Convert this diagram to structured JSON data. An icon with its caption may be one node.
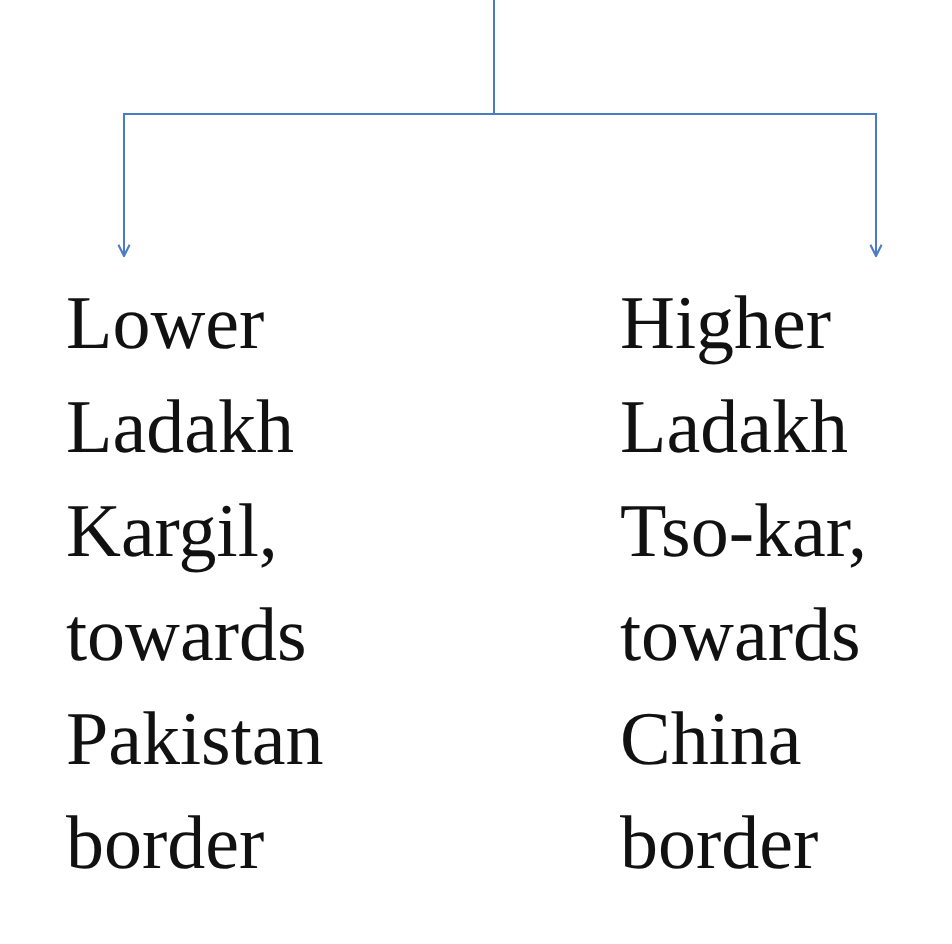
{
  "diagram": {
    "nodes": [
      {
        "text": [
          "Lower Ladakh Kargil, towards Pakistan border"
        ]
      },
      {
        "text": [
          "Higher Ladakh Tso-kar, towards China border"
        ]
      }
    ],
    "edges": [
      {
        "from": null,
        "to": 0,
        "arrow": "to"
      },
      {
        "from": null,
        "to": 1,
        "arrow": "to"
      }
    ]
  }
}
